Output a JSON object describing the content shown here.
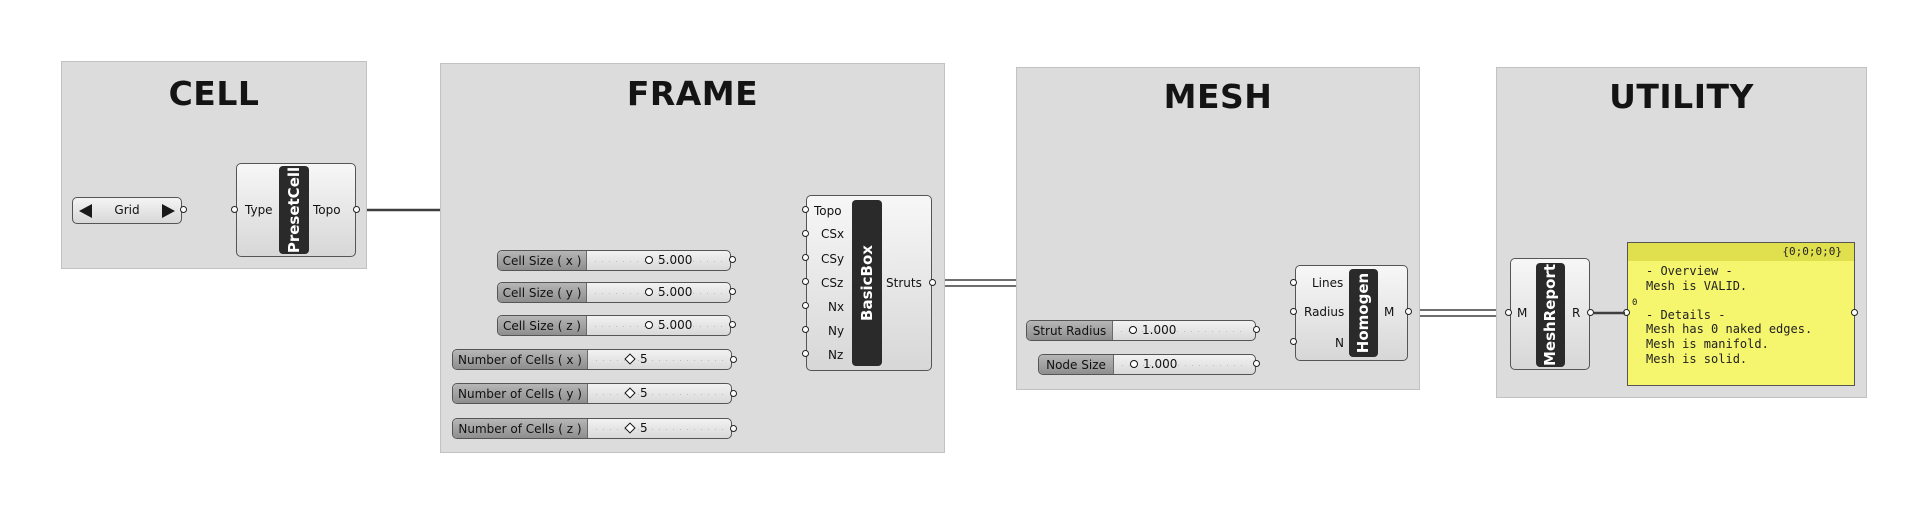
{
  "groups": {
    "cell": {
      "title": "CELL"
    },
    "frame": {
      "title": "FRAME"
    },
    "mesh": {
      "title": "MESH"
    },
    "utility": {
      "title": "UTILITY"
    }
  },
  "value_list": {
    "value": "Grid"
  },
  "preset_cell": {
    "name": "PresetCell",
    "input": "Type",
    "output": "Topo"
  },
  "basic_box": {
    "name": "BasicBox",
    "inputs": [
      "Topo",
      "CSx",
      "CSy",
      "CSz",
      "Nx",
      "Ny",
      "Nz"
    ],
    "output": "Struts"
  },
  "sliders_frame": [
    {
      "name": "Cell Size ( x )",
      "value": "5.000"
    },
    {
      "name": "Cell Size ( y )",
      "value": "5.000"
    },
    {
      "name": "Cell Size ( z )",
      "value": "5.000"
    },
    {
      "name": "Number of Cells ( x )",
      "value": "5"
    },
    {
      "name": "Number of Cells ( y )",
      "value": "5"
    },
    {
      "name": "Number of Cells ( z )",
      "value": "5"
    }
  ],
  "homogen": {
    "name": "Homogen",
    "inputs": [
      "Lines",
      "Radius",
      "N"
    ],
    "output": "M"
  },
  "sliders_mesh": [
    {
      "name": "Strut Radius",
      "value": "1.000"
    },
    {
      "name": "Node Size",
      "value": "1.000"
    }
  ],
  "mesh_report": {
    "name": "MeshReport",
    "input": "M",
    "output": "R"
  },
  "panel": {
    "path": "{0;0;0;0}",
    "index": "0",
    "lines": [
      "- Overview -",
      "Mesh is VALID.",
      "",
      "- Details -",
      "Mesh has 0 naked edges.",
      "Mesh is manifold.",
      "Mesh is solid."
    ]
  }
}
